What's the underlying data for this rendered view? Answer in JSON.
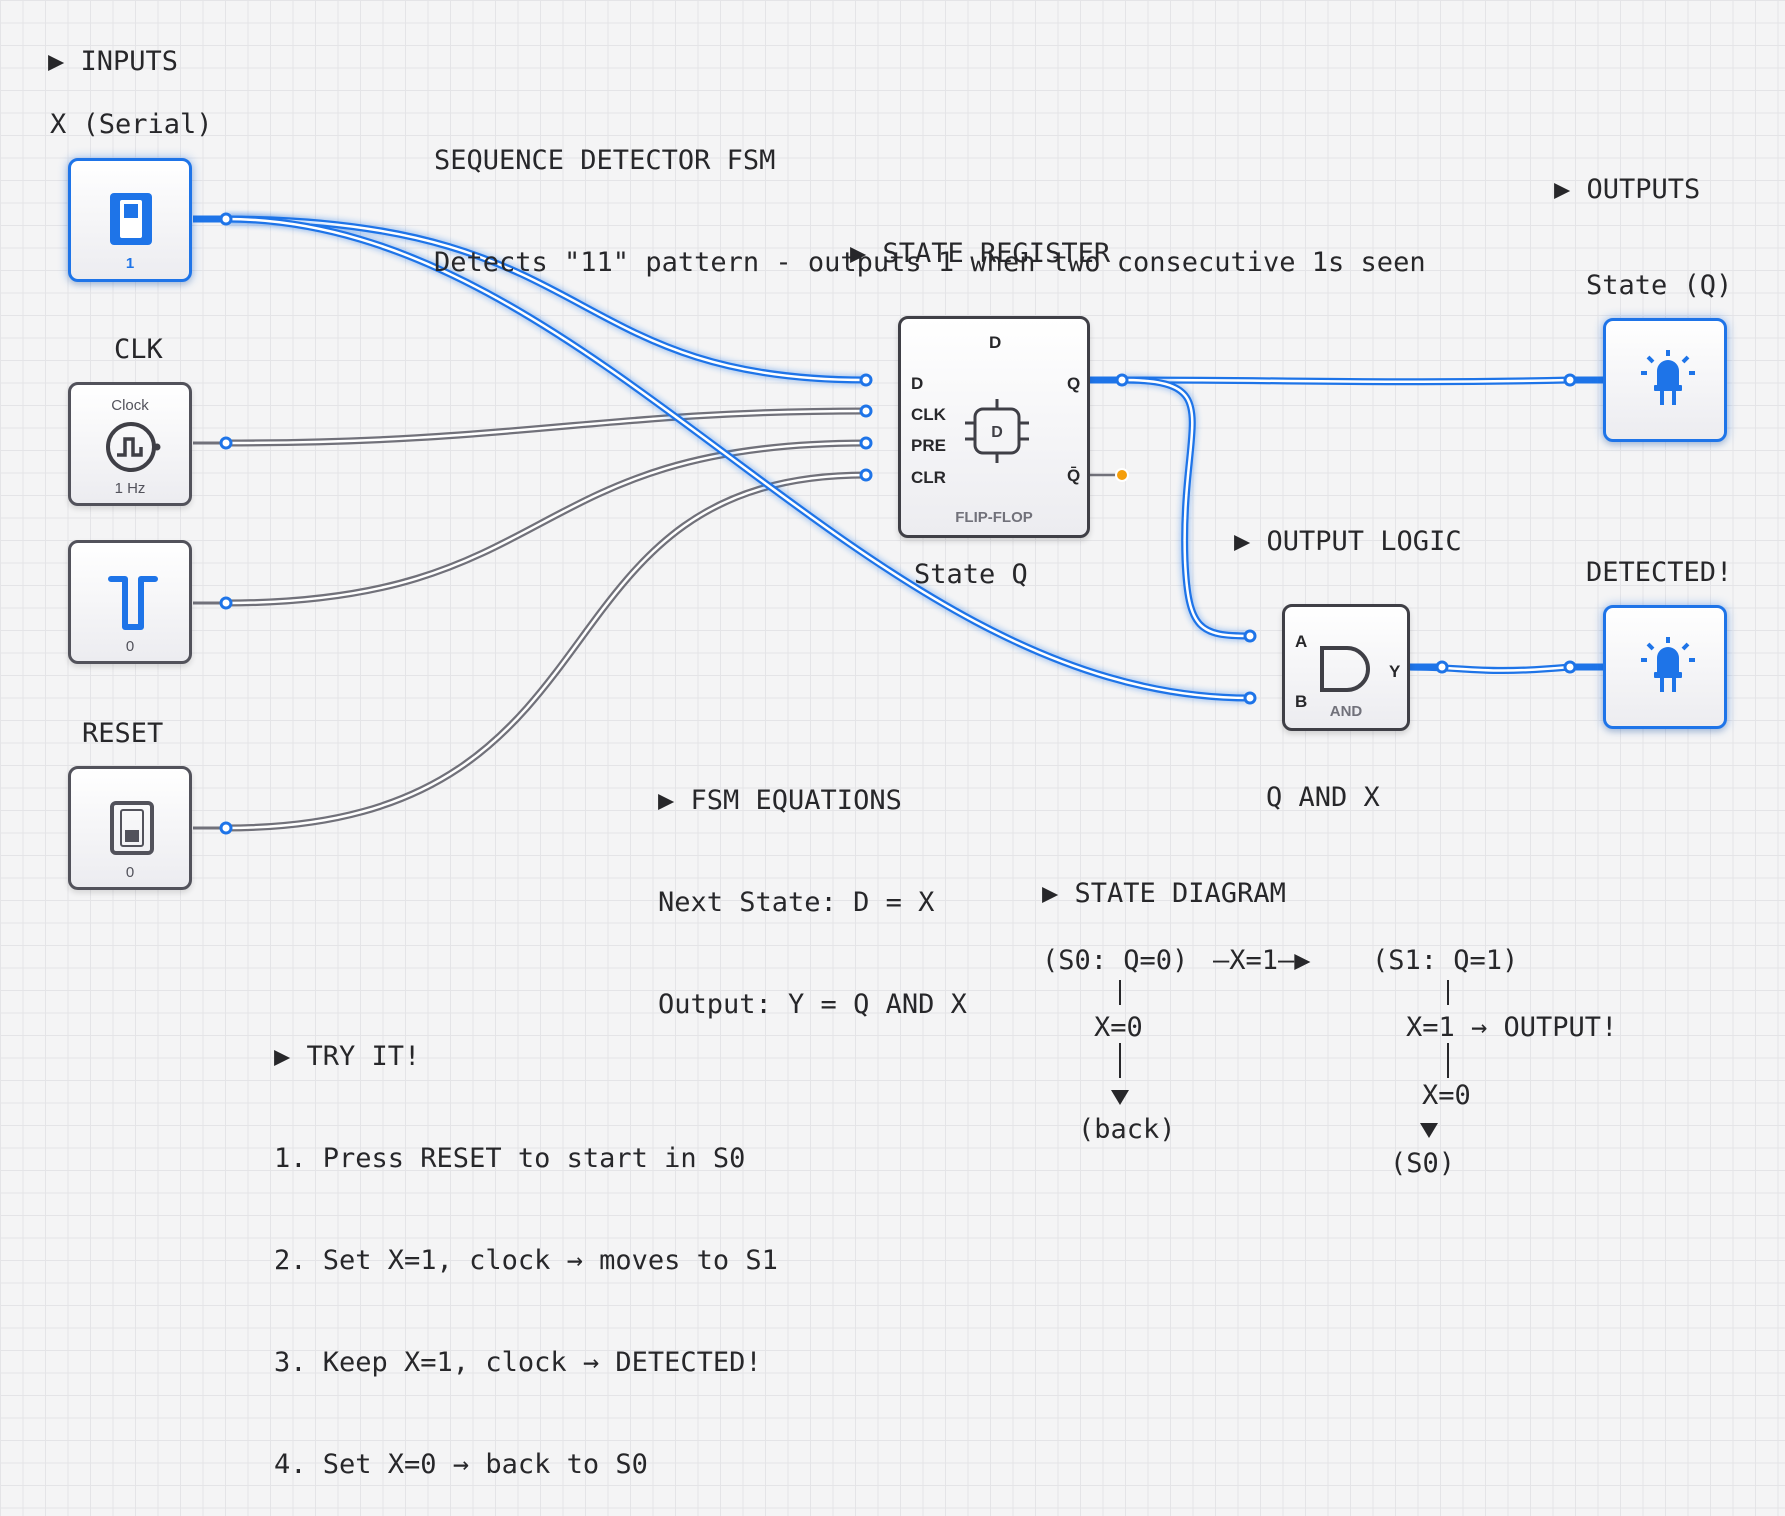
{
  "sections": {
    "inputs": "▶ INPUTS",
    "outputs": "▶ OUTPUTS",
    "state_register": "▶ STATE REGISTER",
    "output_logic": "▶ OUTPUT LOGIC",
    "fsm_equations": "▶ FSM EQUATIONS",
    "state_diagram": "▶ STATE DIAGRAM",
    "try_it": "▶ TRY IT!"
  },
  "title": {
    "line1": "SEQUENCE DETECTOR FSM",
    "line2": "Detects \"11\" pattern - outputs 1 when two consecutive 1s seen"
  },
  "inputs": {
    "x_label": "X (Serial)",
    "x_value": "1",
    "clk_label": "CLK",
    "clk_caption": "Clock",
    "clk_freq": "1 Hz",
    "pulse_value": "0",
    "reset_label": "RESET",
    "reset_value": "0"
  },
  "flipflop": {
    "top_label": "D",
    "pin_d": "D",
    "pin_clk": "CLK",
    "pin_pre": "PRE",
    "pin_clr": "CLR",
    "pin_q": "Q",
    "pin_qbar": "Q̄",
    "icon_letter": "D",
    "name": "FLIP-FLOP",
    "caption": "State Q"
  },
  "and_gate": {
    "pin_a": "A",
    "pin_b": "B",
    "pin_y": "Y",
    "name": "AND",
    "caption": "Q AND X"
  },
  "outputs": {
    "state_label": "State (Q)",
    "detected_label": "DETECTED!"
  },
  "equations": [
    "Next State: D = X",
    "Output: Y = Q AND X"
  ],
  "state_diagram": {
    "s0": "(S0: Q=0)",
    "transition": "—X=1—▶",
    "s1": "(S1: Q=1)",
    "s0_x0": "X=0",
    "s0_back": "(back)",
    "s1_x1": "X=1 → OUTPUT!",
    "s1_x0": "X=0",
    "s1_to": "(S0)"
  },
  "steps": [
    "1. Press RESET to start in S0",
    "2. Set X=1, clock → moves to S1",
    "3. Keep X=1, clock → DETECTED!",
    "4. Set X=0 → back to S0"
  ],
  "colors": {
    "active_wire": "#1e74e8",
    "inactive_wire": "#71717a",
    "qbar_dot": "#f59e0b"
  },
  "icons": {
    "x_input": "toggle-switch-on-icon",
    "clk": "clock-square-wave-icon",
    "pulse": "pulse-button-icon",
    "reset": "toggle-switch-off-icon",
    "flipflop": "d-flipflop-chip-icon",
    "and": "and-gate-icon",
    "led": "led-lamp-icon"
  }
}
